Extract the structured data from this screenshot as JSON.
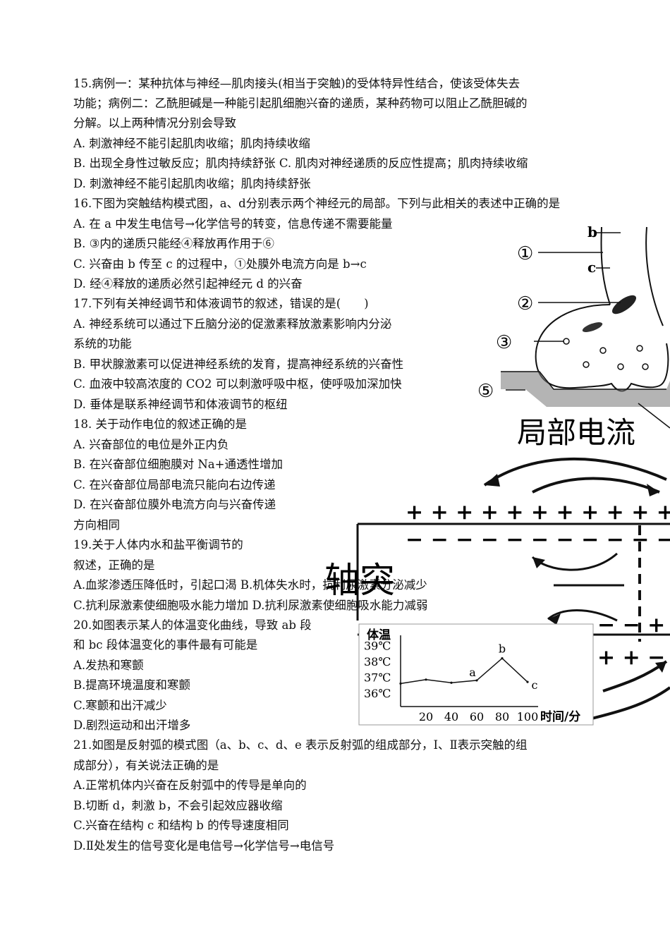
{
  "lines": [
    "15.病例一：某种抗体与神经—肌肉接头(相当于突触)的受体特异性结合，使该受体失去",
    "功能；病例二：乙酰胆碱是一种能引起肌细胞兴奋的递质，某种药物可以阻止乙酰胆碱的",
    "分解。以上两种情况分别会导致",
    "A. 刺激神经不能引起肌肉收缩；肌肉持续收缩",
    "B. 出现全身性过敏反应；肌肉持续舒张 C. 肌肉对神经递质的反应性提高；肌肉持续收缩",
    "D. 刺激神经不能引起肌肉收缩；肌肉持续舒张",
    "16.下图为突触结构模式图，a、d分别表示两个神经元的局部。下列与此相关的表述中正确的是",
    "A. 在 a 中发生电信号→化学信号的转变，信息传递不需要能量",
    "B. ③内的递质只能经④释放再作用于⑥",
    "C. 兴奋由 b 传至 c 的过程中，①处膜外电流方向是 b→c",
    "D. 经④释放的递质必然引起神经元 d 的兴奋",
    "17.下列有关神经调节和体液调节的叙述，错误的是(　　)",
    "A. 神经系统可以通过下丘脑分泌的促激素释放激素影响内分泌",
    "系统的功能",
    "B. 甲状腺激素可以促进神经系统的发育，提高神经系统的兴奋性",
    "C. 血液中较高浓度的 CO2 可以刺激呼吸中枢，使呼吸加深加快",
    "D. 垂体是联系神经调节和体液调节的枢纽",
    "18.  关于动作电位的叙述正确的是",
    "A. 兴奋部位的电位是外正内负",
    "B. 在兴奋部位细胞膜对 Na+通透性增加",
    "C. 在兴奋部位局部电流只能向右边传递",
    "D. 在兴奋部位膜外电流方向与兴奋传递",
    "方向相同",
    "19.关于人体内水和盐平衡调节的",
    "叙述，正确的是",
    "A.血浆渗透压降低时，引起口渴      B.机体失水时，抗利尿激素分泌减少",
    "C.抗利尿激素使细胞吸水能力增加    D.抗利尿激素使细胞吸水能力减弱",
    "20.如图表示某人的体温变化曲线，导致 ab 段",
    "和 bc 段体温变化的事件最有可能是",
    "A.发热和寒颤",
    "B.提高环境温度和寒颤",
    "C.寒颤和出汗减少",
    "D.剧烈运动和出汗增多",
    "21.如图是反射弧的模式图（a、b、c、d、e 表示反射弧的组成部分，Ⅰ、Ⅱ表示突触的组",
    "成部分），有关说法正确的是",
    "A.正常机体内兴奋在反射弧中的传导是单向的",
    "B.切断 d，刺激 b，不会引起效应器收缩",
    "C.兴奋在结构 c 和结构 b 的传导速度相同",
    "D.Ⅱ处发生的信号变化是电信号→化学信号→电信号"
  ],
  "synapse_fig": {
    "labels": [
      "b",
      "c",
      "①",
      "②",
      "③",
      "⑤"
    ]
  },
  "current_fig": {
    "title": "局部电流",
    "axon_label": "轴突",
    "top_outer": "+ + + + + + + + + + + + − −",
    "top_inner": "− − − − − − − − − − − − + −",
    "bottom_inner": "− − + −",
    "bottom_outer": "+ + − −"
  },
  "chart_data": {
    "type": "line",
    "ylabel": "体温",
    "xlabel": "时间/分",
    "x_ticks": [
      "20",
      "40",
      "60",
      "80",
      "100"
    ],
    "y_ticks": [
      "39℃",
      "38℃",
      "37℃",
      "36℃"
    ],
    "points": [
      {
        "x": 0,
        "y": 36.6
      },
      {
        "x": 20,
        "y": 36.85
      },
      {
        "x": 40,
        "y": 36.65
      },
      {
        "x": 60,
        "y": 36.8,
        "label": "a"
      },
      {
        "x": 80,
        "y": 38.2,
        "label": "b"
      },
      {
        "x": 100,
        "y": 36.7,
        "label": "c"
      }
    ],
    "xlim": [
      0,
      100
    ],
    "ylim": [
      35.5,
      39.3
    ]
  }
}
